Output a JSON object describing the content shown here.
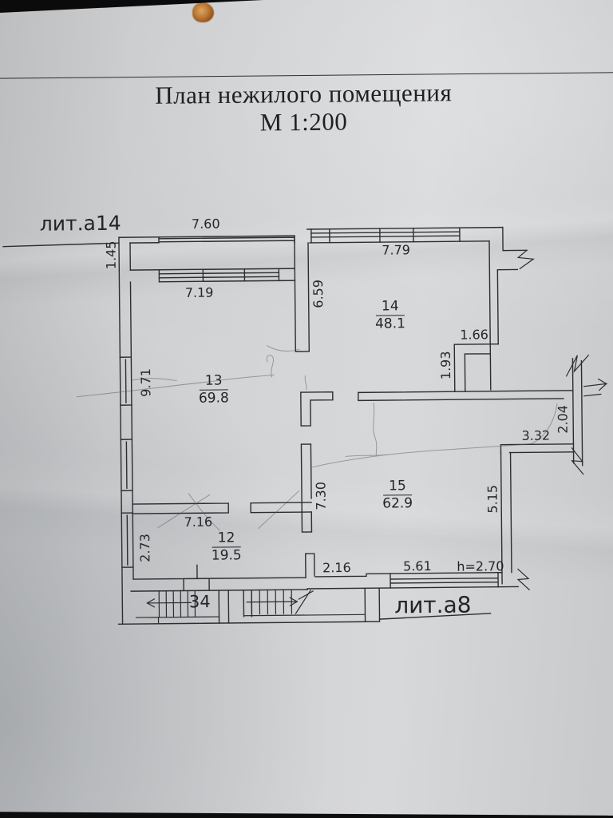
{
  "document": {
    "title_line1": "План нежилого помещения",
    "title_line2": "М 1:200"
  },
  "annotations": {
    "building_left": "лит.а14",
    "building_bottom": "лит.а8",
    "stair_number": "34",
    "ceiling_height": "h=2.70"
  },
  "rooms": [
    {
      "number": "13",
      "area": "69.8"
    },
    {
      "number": "14",
      "area": "48.1"
    },
    {
      "number": "15",
      "area": "62.9"
    },
    {
      "number": "12",
      "area": "19.5"
    }
  ],
  "dimensions": {
    "veranda_width": "7.60",
    "veranda_depth": "1.45",
    "room13_width": "7.19",
    "room13_depth": "9.71",
    "room14_width": "7.79",
    "room14_depth": "6.59",
    "niche_width": "1.66",
    "niche_depth": "1.93",
    "passage_depth": "2.04",
    "passage_width": "3.32",
    "room15_depth_left": "7.30",
    "room15_depth_right": "5.15",
    "room12_width": "7.16",
    "room12_depth": "2.73",
    "bottom_section_width": "2.16",
    "bottom_window_width": "5.61"
  },
  "colors": {
    "paper": "#cfd1d3",
    "ink": "#2b2d30",
    "stain": "#bd7a33"
  }
}
